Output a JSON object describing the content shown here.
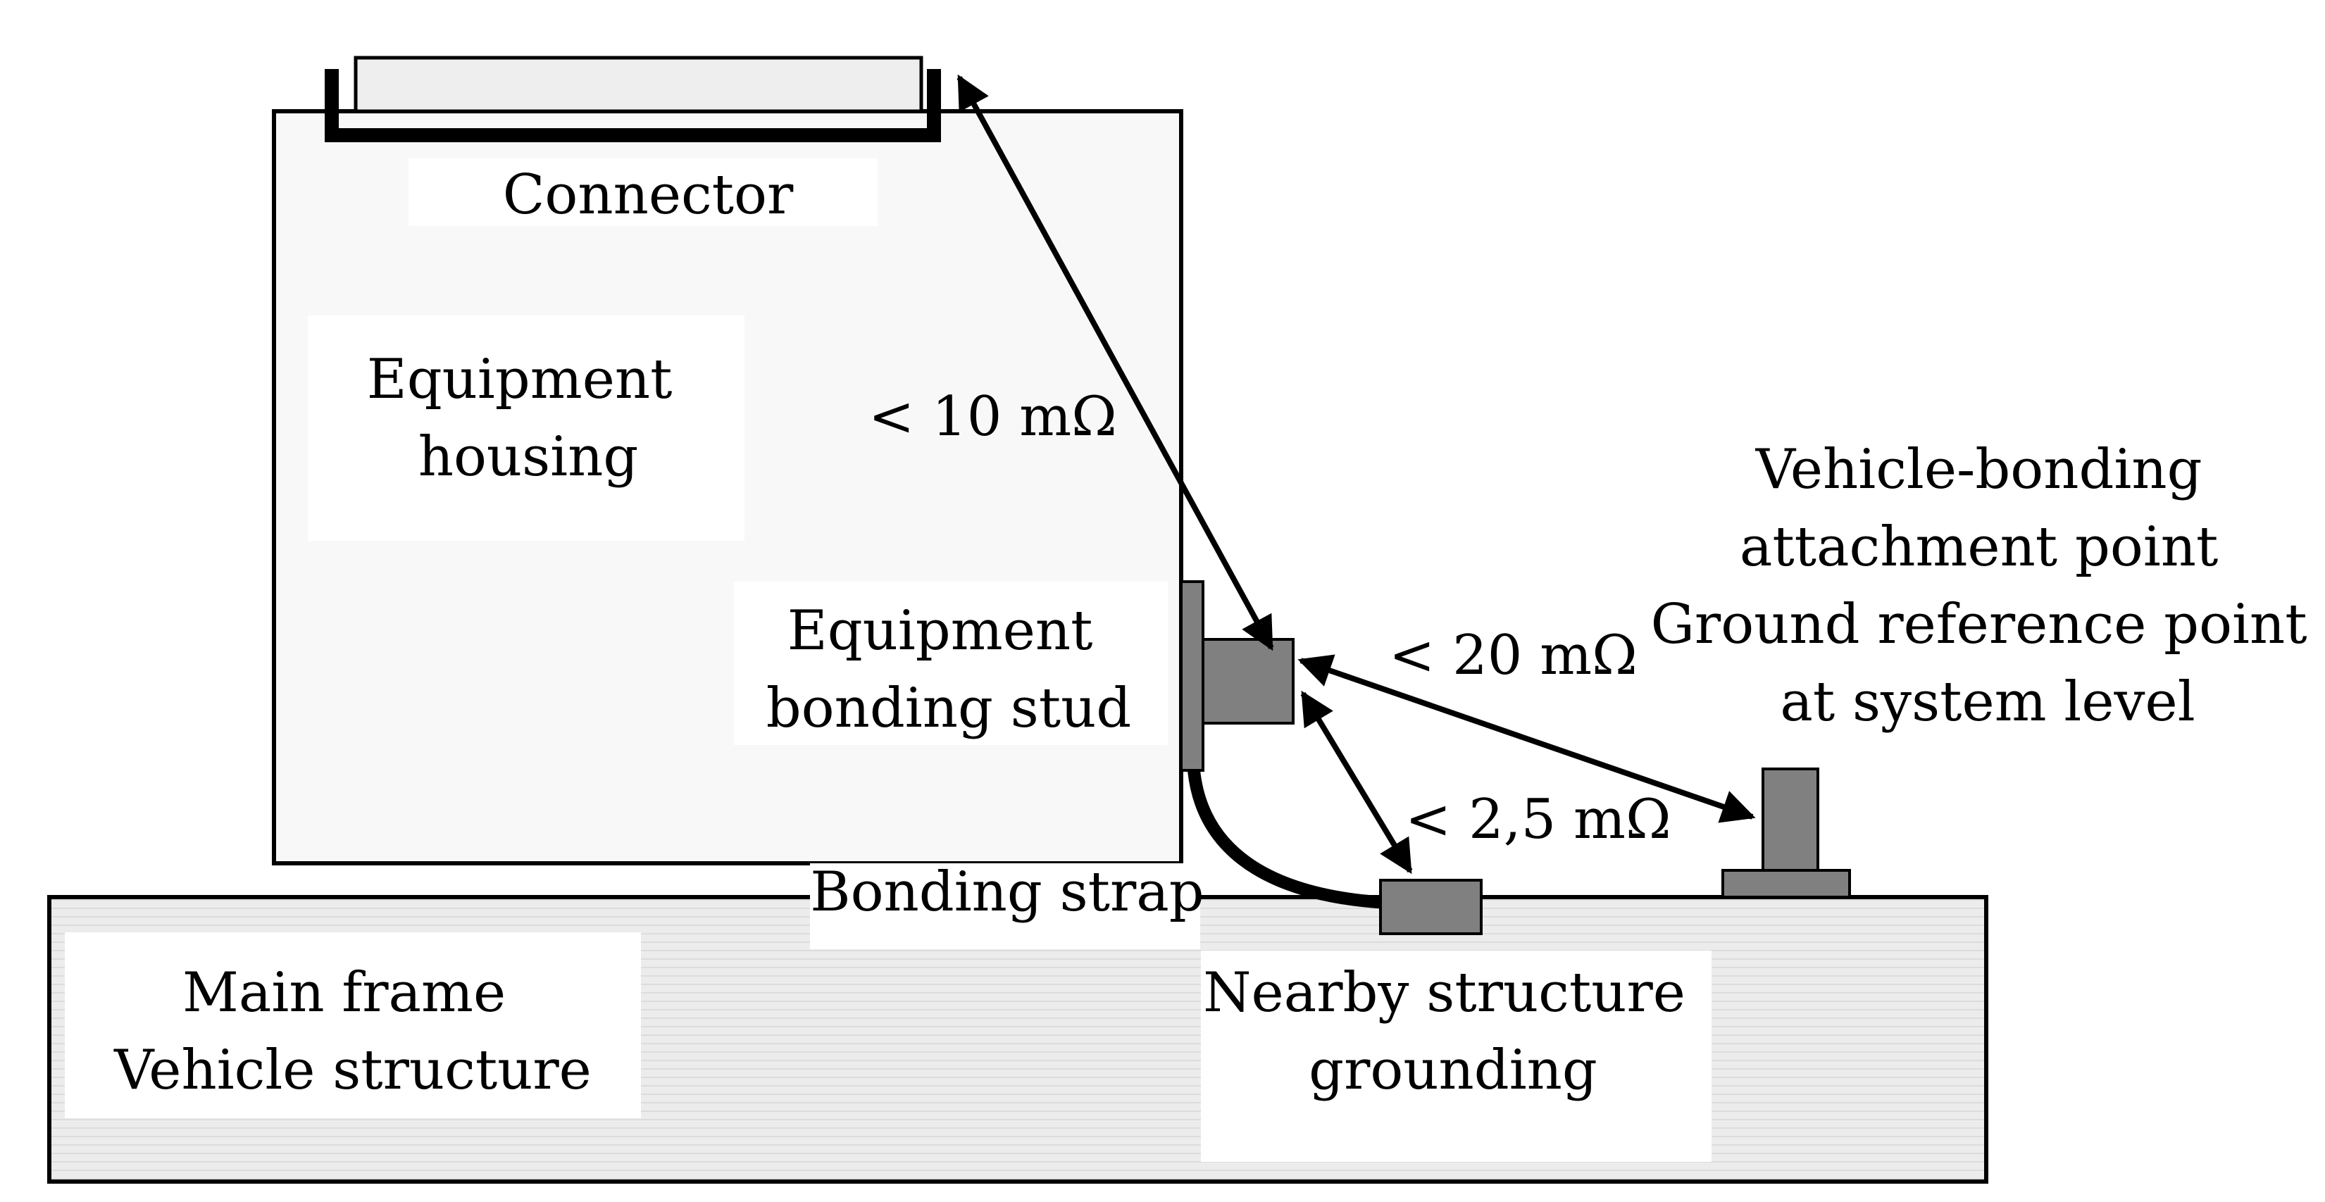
{
  "labels": {
    "connector": "Connector",
    "equipment_housing": [
      "Equipment",
      "housing"
    ],
    "bonding_stud": [
      "Equipment",
      "bonding stud"
    ],
    "bonding_strap": "Bonding strap",
    "main_frame": [
      "Main frame",
      "Vehicle structure"
    ],
    "nearby_structure": [
      "Nearby structure",
      "grounding"
    ],
    "vehicle_bonding": [
      "Vehicle-bonding",
      "attachment point",
      "Ground reference point",
      "at system level"
    ]
  },
  "resistances": {
    "connector_to_stud": "< 10 mΩ",
    "stud_to_vehicle_point": "< 20 mΩ",
    "stud_to_nearby": "< 2,5 mΩ"
  },
  "colors": {
    "line": "#000000",
    "metal_part": "#808080",
    "connector_fill": "#eeeeee",
    "housing_fill": "#f8f8f8",
    "structure_fill": "#e6e6e6",
    "label_bg": "#ffffff"
  }
}
